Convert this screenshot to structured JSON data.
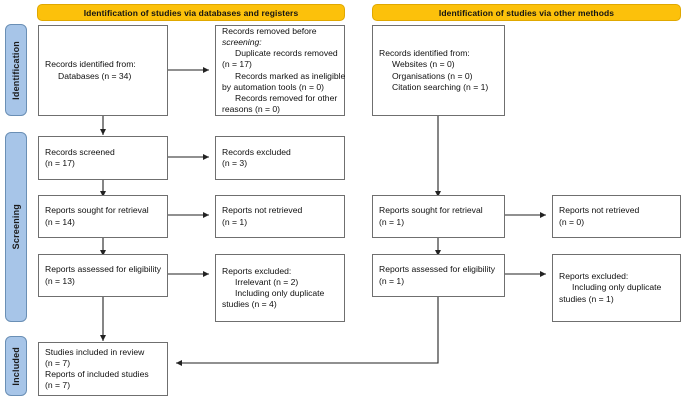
{
  "diagram": {
    "type": "prisma-flow-diagram",
    "colors": {
      "banner_fill": "#FCC10B",
      "banner_border": "#E0A800",
      "phase_fill": "#A7C5E8",
      "phase_border": "#6A8FB5",
      "box_border": "#6F6F6F",
      "box_fill": "#FFFFFF",
      "arrow": "#222222",
      "text": "#101010"
    },
    "banners": [
      {
        "id": "banner-databases",
        "label": "Identification of studies via databases and registers"
      },
      {
        "id": "banner-other",
        "label": "Identification of studies via other methods"
      }
    ],
    "phases": [
      {
        "id": "phase-identification",
        "label": "Identification"
      },
      {
        "id": "phase-screening",
        "label": "Screening"
      },
      {
        "id": "phase-included",
        "label": "Included"
      }
    ],
    "boxes": {
      "records_identified_databases": {
        "name": "records-identified-databases",
        "lines": [
          {
            "text": "Records identified from:",
            "indent": false,
            "italic": false
          },
          {
            "text": "Databases (n = 34)",
            "indent": true,
            "italic": false
          }
        ]
      },
      "records_removed_before_screening": {
        "name": "records-removed-before-screening",
        "lines": [
          {
            "text": "Records removed before",
            "indent": false,
            "italic": false
          },
          {
            "text": "screening:",
            "indent": false,
            "italic": true
          },
          {
            "text": "Duplicate records removed",
            "indent": true,
            "italic": false
          },
          {
            "text": "(n = 17)",
            "indent": false,
            "italic": false
          },
          {
            "text": "Records marked as ineligible",
            "indent": true,
            "italic": false
          },
          {
            "text": "by automation tools (n = 0)",
            "indent": false,
            "italic": false
          },
          {
            "text": "Records removed for other",
            "indent": true,
            "italic": false
          },
          {
            "text": "reasons (n = 0)",
            "indent": false,
            "italic": false
          }
        ]
      },
      "records_screened": {
        "name": "records-screened",
        "lines": [
          {
            "text": "Records screened",
            "indent": false,
            "italic": false
          },
          {
            "text": "(n = 17)",
            "indent": false,
            "italic": false
          }
        ]
      },
      "records_excluded": {
        "name": "records-excluded",
        "lines": [
          {
            "text": "Records excluded",
            "indent": false,
            "italic": false
          },
          {
            "text": "(n = 3)",
            "indent": false,
            "italic": false
          }
        ]
      },
      "reports_sought_left": {
        "name": "reports-sought-for-retrieval-databases",
        "lines": [
          {
            "text": "Reports sought for retrieval",
            "indent": false,
            "italic": false
          },
          {
            "text": "(n = 14)",
            "indent": false,
            "italic": false
          }
        ]
      },
      "reports_not_retrieved_left": {
        "name": "reports-not-retrieved-databases",
        "lines": [
          {
            "text": "Reports not retrieved",
            "indent": false,
            "italic": false
          },
          {
            "text": "(n = 1)",
            "indent": false,
            "italic": false
          }
        ]
      },
      "reports_assessed_left": {
        "name": "reports-assessed-for-eligibility-databases",
        "lines": [
          {
            "text": "Reports assessed for eligibility",
            "indent": false,
            "italic": false
          },
          {
            "text": "(n = 13)",
            "indent": false,
            "italic": false
          }
        ]
      },
      "reports_excluded_left": {
        "name": "reports-excluded-databases",
        "lines": [
          {
            "text": "Reports excluded:",
            "indent": false,
            "italic": false
          },
          {
            "text": "Irrelevant (n = 2)",
            "indent": true,
            "italic": false
          },
          {
            "text": "Including only duplicate",
            "indent": true,
            "italic": false
          },
          {
            "text": "studies (n = 4)",
            "indent": false,
            "italic": false
          }
        ]
      },
      "studies_included": {
        "name": "studies-included-in-review",
        "lines": [
          {
            "text": "Studies included in review",
            "indent": false,
            "italic": false
          },
          {
            "text": "(n = 7)",
            "indent": false,
            "italic": false
          },
          {
            "text": "Reports of included studies",
            "indent": false,
            "italic": false
          },
          {
            "text": "(n = 7)",
            "indent": false,
            "italic": false
          }
        ]
      },
      "records_identified_other": {
        "name": "records-identified-other-methods",
        "lines": [
          {
            "text": "Records identified from:",
            "indent": false,
            "italic": false
          },
          {
            "text": "Websites (n = 0)",
            "indent": true,
            "italic": false
          },
          {
            "text": "Organisations (n = 0)",
            "indent": true,
            "italic": false
          },
          {
            "text": "Citation searching (n = 1)",
            "indent": true,
            "italic": false
          }
        ]
      },
      "reports_sought_right": {
        "name": "reports-sought-for-retrieval-other",
        "lines": [
          {
            "text": "Reports sought for retrieval",
            "indent": false,
            "italic": false
          },
          {
            "text": "(n = 1)",
            "indent": false,
            "italic": false
          }
        ]
      },
      "reports_not_retrieved_right": {
        "name": "reports-not-retrieved-other",
        "lines": [
          {
            "text": "Reports not retrieved",
            "indent": false,
            "italic": false
          },
          {
            "text": "(n = 0)",
            "indent": false,
            "italic": false
          }
        ]
      },
      "reports_assessed_right": {
        "name": "reports-assessed-for-eligibility-other",
        "lines": [
          {
            "text": "Reports assessed for eligibility",
            "indent": false,
            "italic": false
          },
          {
            "text": "(n = 1)",
            "indent": false,
            "italic": false
          }
        ]
      },
      "reports_excluded_right": {
        "name": "reports-excluded-other",
        "lines": [
          {
            "text": "Reports excluded:",
            "indent": false,
            "italic": false
          },
          {
            "text": "Including only duplicate",
            "indent": true,
            "italic": false
          },
          {
            "text": "studies (n = 1)",
            "indent": false,
            "italic": false
          }
        ]
      }
    }
  }
}
